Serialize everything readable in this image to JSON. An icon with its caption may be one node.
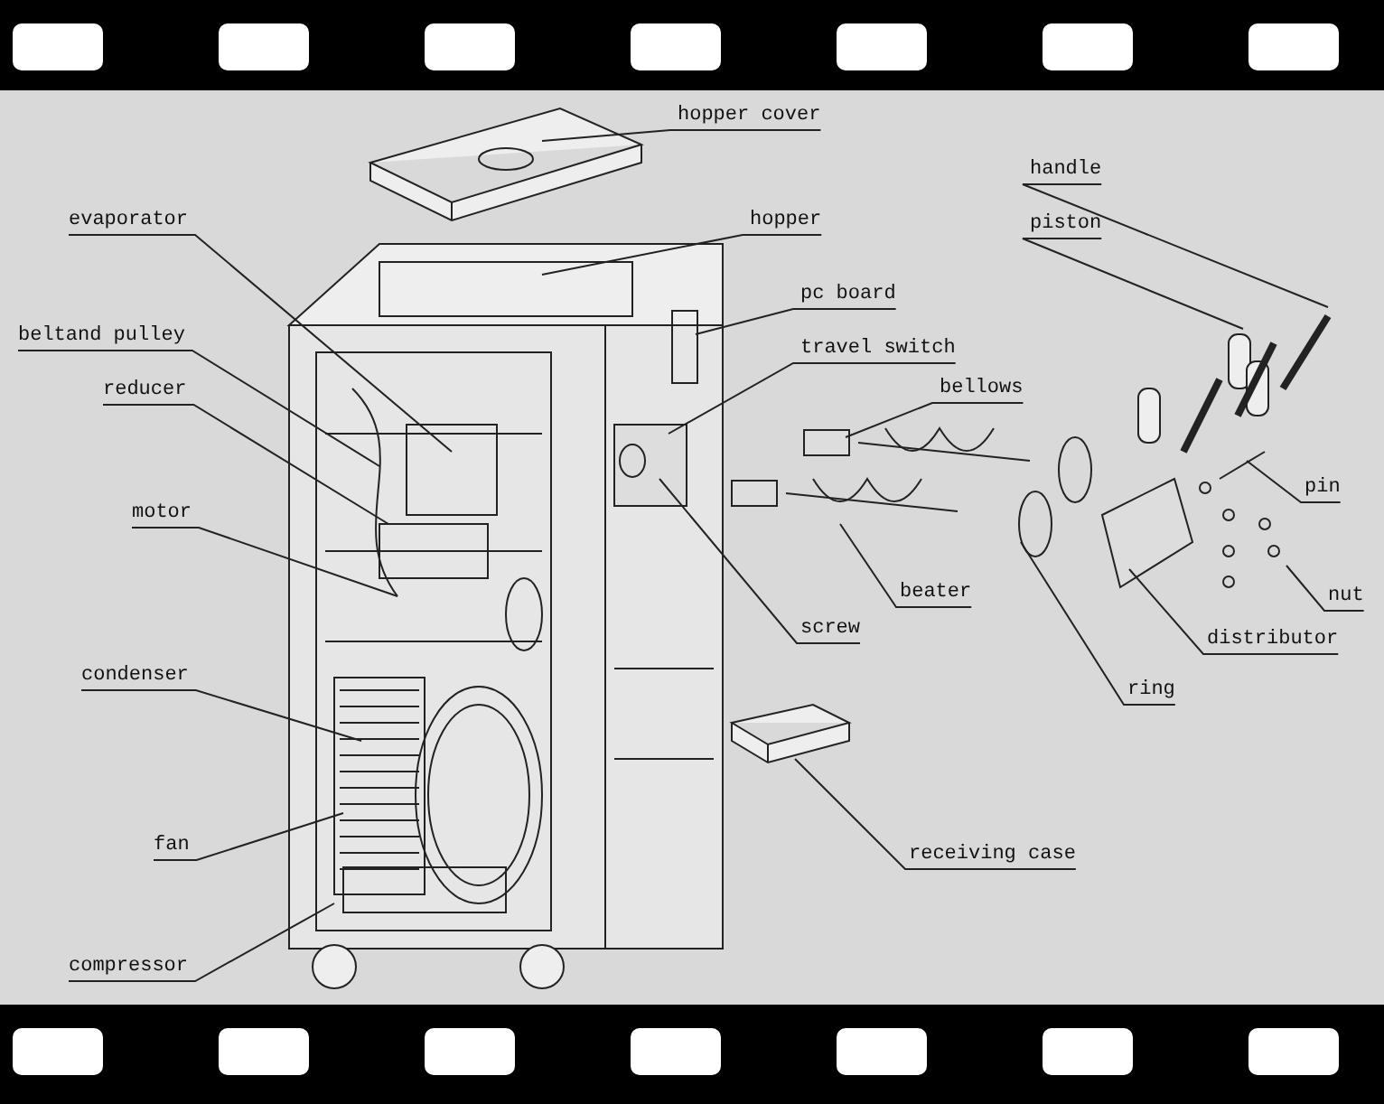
{
  "diagram": {
    "nodes": [
      {
        "text": [
          "hopper cover"
        ]
      },
      {
        "text": [
          "evaporator"
        ]
      },
      {
        "text": [
          "hopper"
        ]
      },
      {
        "text": [
          "handle"
        ]
      },
      {
        "text": [
          "piston"
        ]
      },
      {
        "text": [
          "pc board"
        ]
      },
      {
        "text": [
          "beltand pulley"
        ]
      },
      {
        "text": [
          "travel switch"
        ]
      },
      {
        "text": [
          "bellows"
        ]
      },
      {
        "text": [
          "reducer"
        ]
      },
      {
        "text": [
          "pin"
        ]
      },
      {
        "text": [
          "motor"
        ]
      },
      {
        "text": [
          "beater"
        ]
      },
      {
        "text": [
          "nut"
        ]
      },
      {
        "text": [
          "screw"
        ]
      },
      {
        "text": [
          "distributor"
        ]
      },
      {
        "text": [
          "condenser"
        ]
      },
      {
        "text": [
          "ring"
        ]
      },
      {
        "text": [
          "fan"
        ]
      },
      {
        "text": [
          "receiving case"
        ]
      },
      {
        "text": [
          "compressor"
        ]
      }
    ],
    "edges": [
      {
        "from": 0,
        "to": null,
        "arrow": "none"
      },
      {
        "from": 1,
        "to": null,
        "arrow": "none"
      },
      {
        "from": 2,
        "to": null,
        "arrow": "none"
      },
      {
        "from": 3,
        "to": null,
        "arrow": "none"
      },
      {
        "from": 4,
        "to": null,
        "arrow": "none"
      },
      {
        "from": 5,
        "to": null,
        "arrow": "none"
      },
      {
        "from": 6,
        "to": null,
        "arrow": "none"
      },
      {
        "from": 7,
        "to": null,
        "arrow": "none"
      },
      {
        "from": 8,
        "to": null,
        "arrow": "none"
      },
      {
        "from": 9,
        "to": null,
        "arrow": "none"
      },
      {
        "from": 10,
        "to": null,
        "arrow": "none"
      },
      {
        "from": 11,
        "to": null,
        "arrow": "none"
      },
      {
        "from": 12,
        "to": null,
        "arrow": "none"
      },
      {
        "from": 13,
        "to": null,
        "arrow": "none"
      },
      {
        "from": 14,
        "to": null,
        "arrow": "none"
      },
      {
        "from": 15,
        "to": null,
        "arrow": "none"
      },
      {
        "from": 16,
        "to": null,
        "arrow": "none"
      },
      {
        "from": 17,
        "to": null,
        "arrow": "none"
      },
      {
        "from": 18,
        "to": null,
        "arrow": "none"
      },
      {
        "from": 19,
        "to": null,
        "arrow": "none"
      },
      {
        "from": 20,
        "to": null,
        "arrow": "none"
      }
    ]
  }
}
